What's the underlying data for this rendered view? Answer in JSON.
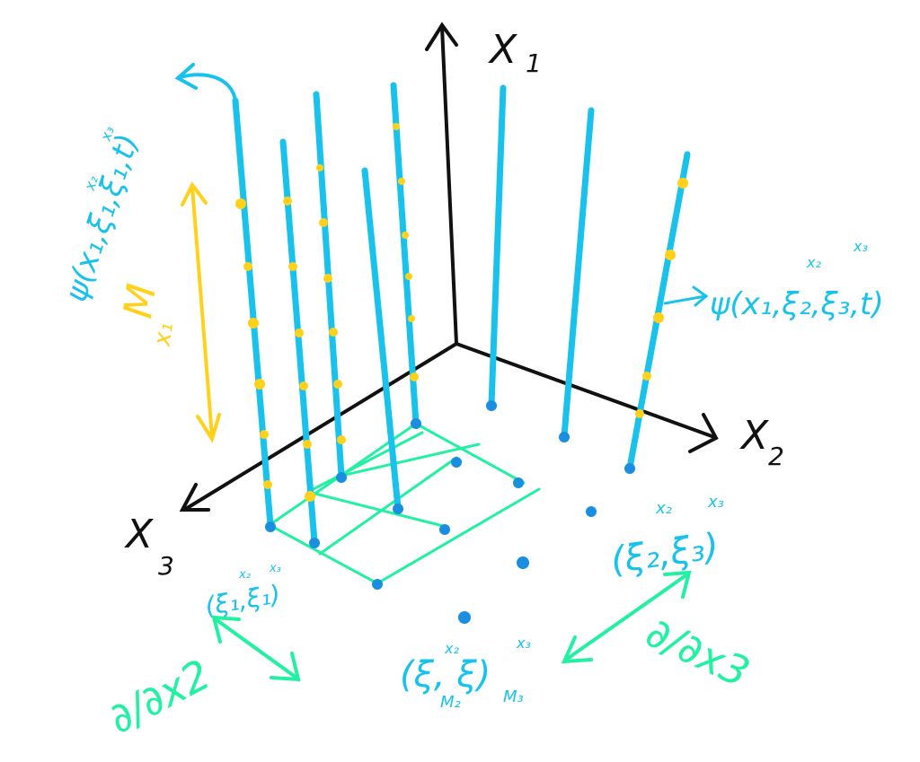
{
  "axes": {
    "x1": {
      "label": "X",
      "sub": "1"
    },
    "x2": {
      "label": "X",
      "sub": "2"
    },
    "x3": {
      "label": "X",
      "sub": "3"
    }
  },
  "annotations": {
    "psi_first": {
      "main": "ψ(x₁,ξ₁,ξ₁,t)",
      "sup1": "x₂",
      "sup2": "x₃"
    },
    "psi_second": {
      "main": "ψ(x₁,ξ₂,ξ₃,t)",
      "sup1": "x₂",
      "sup2": "x₃"
    },
    "m_x1": {
      "main": "M",
      "sub": "x₁"
    },
    "xi_first": {
      "main": "(ξ₁,ξ₁)",
      "sup1": "x₂",
      "sup2": "x₃"
    },
    "xi_second": {
      "main": "(ξ₂,ξ₃)",
      "sup1": "x₂",
      "sup2": "x₃"
    },
    "xi_last": {
      "main": "(ξ, ξ)",
      "sub1": "M₂",
      "sub2": "M₃",
      "sup1": "x₂",
      "sup2": "x₃"
    },
    "d_dx2": {
      "text": "∂/∂x2"
    },
    "d_dx3": {
      "text": "∂/∂x3"
    }
  },
  "colors": {
    "axis": "#111111",
    "rod": "#19c2ea",
    "grid": "#22f0a2",
    "dot": "#ffd11a",
    "node": "#1a8fe0"
  }
}
